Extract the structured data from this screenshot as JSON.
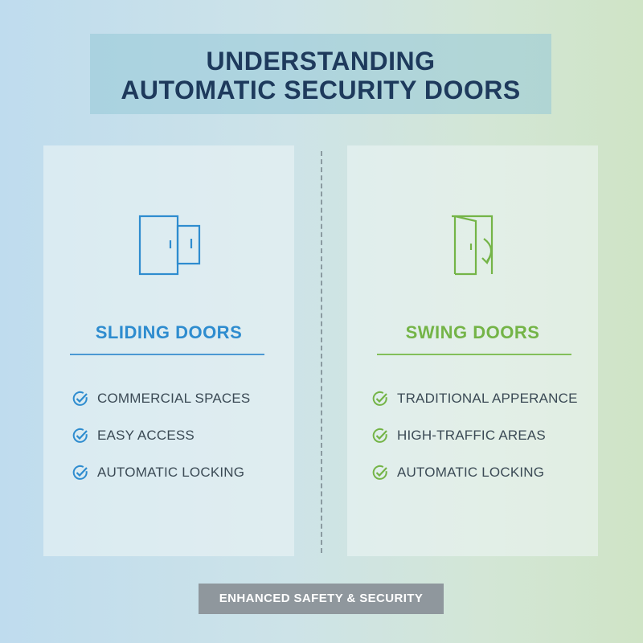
{
  "title": {
    "line1": "UNDERSTANDING",
    "line2": "AUTOMATIC SECURITY DOORS"
  },
  "left_panel": {
    "icon": "sliding-door-icon",
    "heading": "SLIDING DOORS",
    "accent_color": "#2e8ccf",
    "features": [
      "COMMERCIAL SPACES",
      "EASY ACCESS",
      "AUTOMATIC LOCKING"
    ]
  },
  "right_panel": {
    "icon": "swing-door-icon",
    "heading": "SWING DOORS",
    "accent_color": "#74b447",
    "features": [
      "TRADITIONAL APPERANCE",
      "HIGH-TRAFFIC AREAS",
      "AUTOMATIC LOCKING"
    ]
  },
  "footer": {
    "badge": "ENHANCED SAFETY & SECURITY"
  }
}
